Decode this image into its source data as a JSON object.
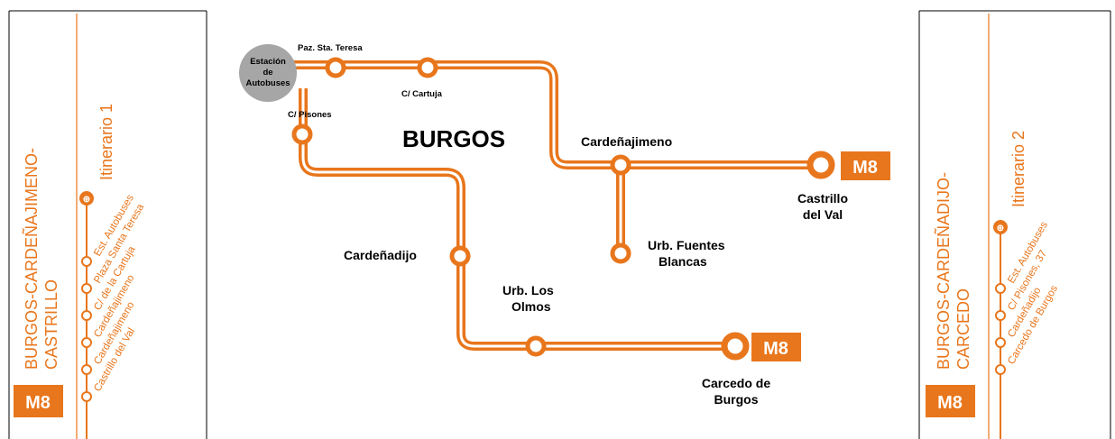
{
  "left_panel": {
    "title_line1": "BURGOS-CARDEÑAJIMENO-",
    "title_line2": "CASTRILLO",
    "itinerary": "Itinerario 1",
    "stops": [
      "Est. Autobuses",
      "Plaza Santa Teresa",
      "C/ de la Cartuja",
      "Cardeñajimeno",
      "Cardeñajimeno",
      "Castrillo del Val"
    ],
    "badge": "M8"
  },
  "right_panel": {
    "title_line1": "BURGOS-CARDEÑADIJO-",
    "title_line2": "CARCEDO",
    "itinerary": "Itinerario 2",
    "stops": [
      "Est. Autobuses",
      "C/ Pisones, 37",
      "Cardeñadijo",
      "Carcedo de Burgos"
    ],
    "badge": "M8"
  },
  "map": {
    "city": "BURGOS",
    "station_line1": "Estación",
    "station_line2": "de",
    "station_line3": "Autobuses",
    "stops": {
      "paz_sta_teresa": "Paz. Sta. Teresa",
      "c_cartuja": "C/ Cartuja",
      "c_pisones": "C/ Pisones",
      "cardenajimeno": "Cardeñajimeno",
      "castrillo_line1": "Castrillo",
      "castrillo_line2": "del Val",
      "fuentes_line1": "Urb. Fuentes",
      "fuentes_line2": "Blancas",
      "cardenadijo": "Cardeñadijo",
      "olmos_line1": "Urb. Los",
      "olmos_line2": "Olmos",
      "carcedo_line1": "Carcedo de",
      "carcedo_line2": "Burgos"
    },
    "badge_top": "M8",
    "badge_bottom": "M8"
  },
  "colors": {
    "accent": "#E8761C",
    "station_grey": "#A6A6A6"
  }
}
